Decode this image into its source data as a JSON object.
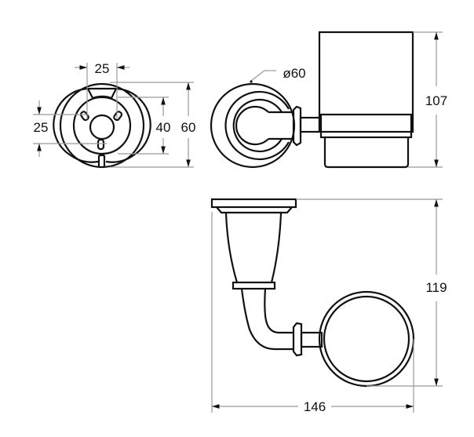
{
  "dimensions": {
    "mount_slot_spacing_h": "25",
    "mount_slot_spacing_v": "25",
    "inner_diameter": "40",
    "outer_diameter": "60",
    "rosette_diameter": "ø60",
    "cup_height": "107",
    "total_height": "119",
    "total_depth": "146"
  }
}
